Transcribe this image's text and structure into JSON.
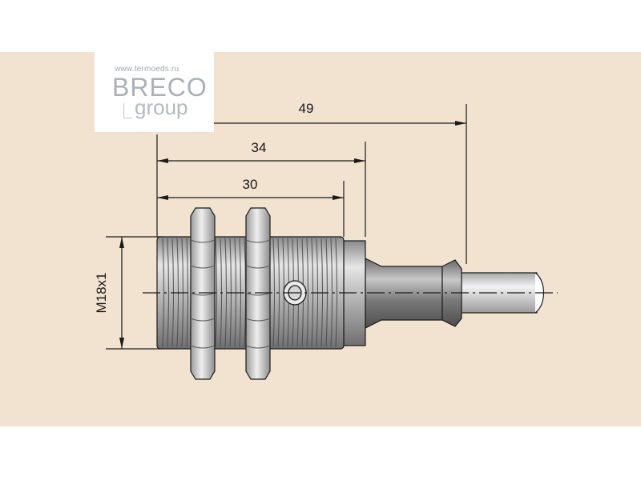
{
  "logo": {
    "url": "www.termoeds.ru",
    "brand": "BRECO",
    "group": "group"
  },
  "dimensions": {
    "overall_length": "49",
    "body_length": "34",
    "thread_length": "30",
    "thread": "M18x1"
  },
  "colors": {
    "background_panel": "#f2e3d0",
    "line": "#1a1a1a",
    "metal": "#b9b9b9"
  }
}
